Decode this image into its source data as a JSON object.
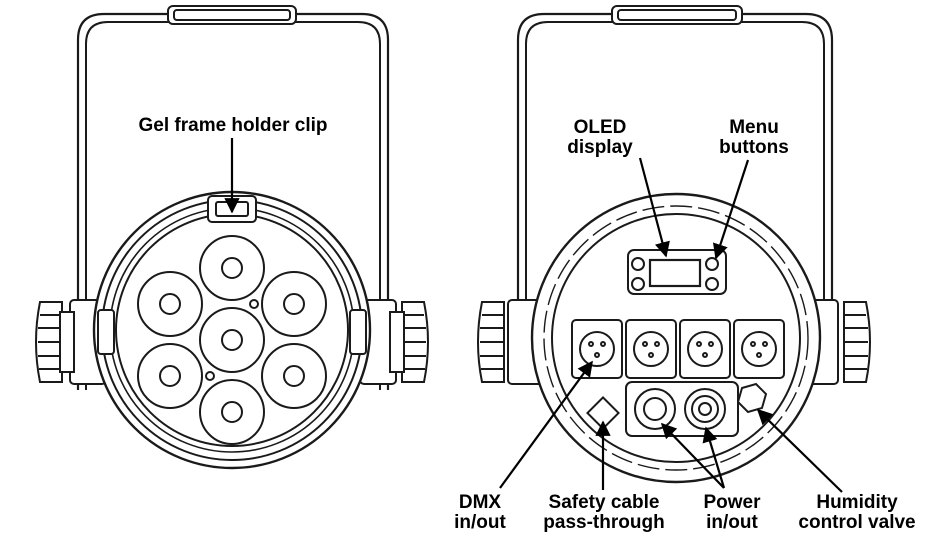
{
  "labels": {
    "gel_frame_clip": "Gel frame holder clip",
    "oled_display": [
      "OLED",
      "display"
    ],
    "menu_buttons": [
      "Menu",
      "buttons"
    ],
    "dmx": [
      "DMX",
      "in/out"
    ],
    "safety_cable": [
      "Safety cable",
      "pass-through"
    ],
    "power": [
      "Power",
      "in/out"
    ],
    "humidity_valve": [
      "Humidity",
      "control valve"
    ]
  },
  "colors": {
    "line": "#1a1a1a",
    "fill": "#ffffff",
    "shade": "#d9d9d9"
  },
  "led_count": 7,
  "xlr_port_count": 4,
  "power_port_count": 2
}
